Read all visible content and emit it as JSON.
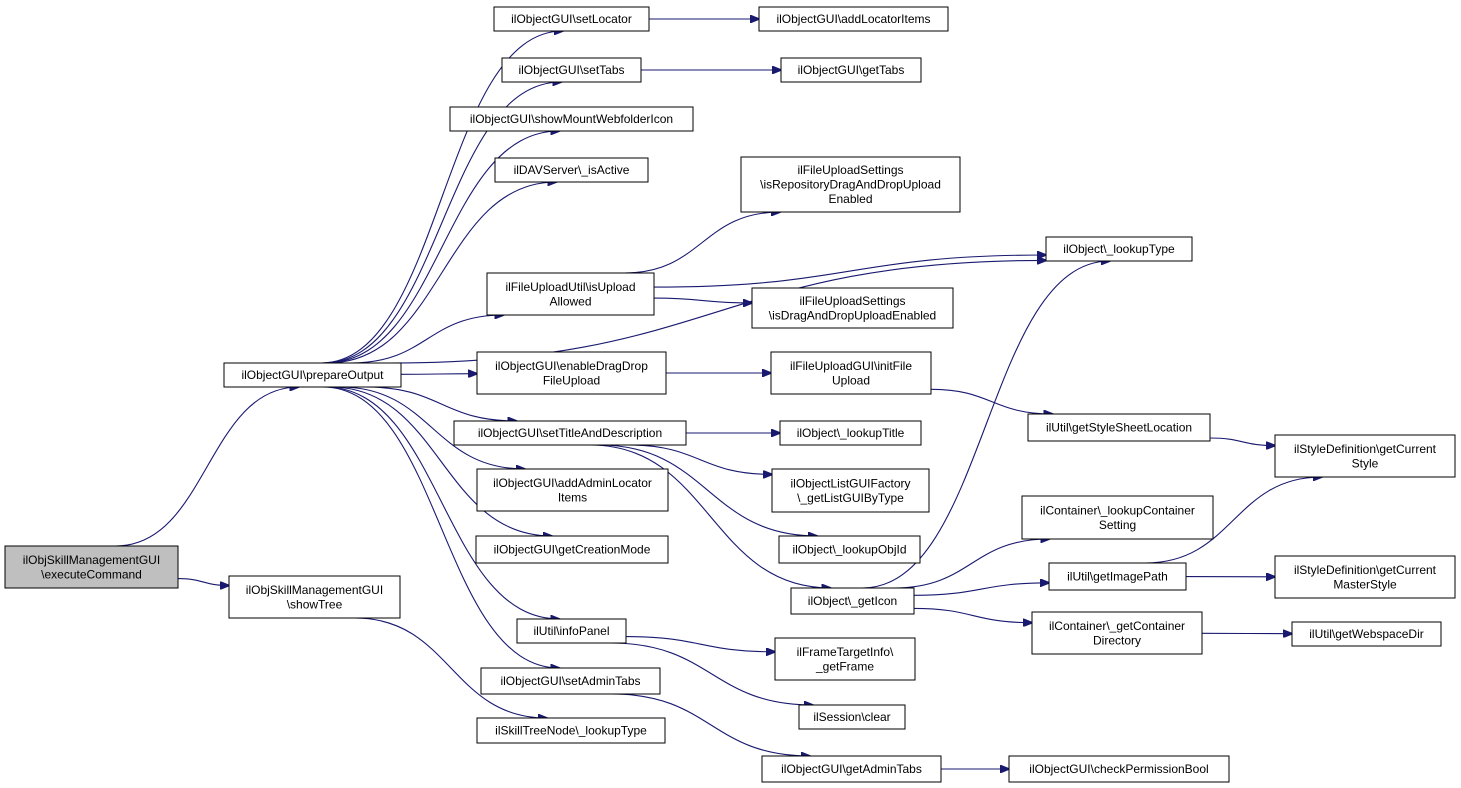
{
  "colors": {
    "edge": "#191970",
    "node_border": "#000000",
    "node_fill": "#ffffff",
    "root_fill": "#bfbfbf"
  },
  "nodes": [
    {
      "id": "root",
      "lines": [
        "ilObjSkillManagementGUI",
        "\\executeCommand"
      ],
      "root": true
    },
    {
      "id": "prepareOutput",
      "lines": [
        "ilObjectGUI\\prepareOutput"
      ]
    },
    {
      "id": "showTree",
      "lines": [
        "ilObjSkillManagementGUI",
        "\\showTree"
      ]
    },
    {
      "id": "setLocator",
      "lines": [
        "ilObjectGUI\\setLocator"
      ]
    },
    {
      "id": "addLocatorItems",
      "lines": [
        "ilObjectGUI\\addLocatorItems"
      ]
    },
    {
      "id": "setTabs",
      "lines": [
        "ilObjectGUI\\setTabs"
      ]
    },
    {
      "id": "getTabs",
      "lines": [
        "ilObjectGUI\\getTabs"
      ]
    },
    {
      "id": "showMountWebfolderIcon",
      "lines": [
        "ilObjectGUI\\showMountWebfolderIcon"
      ]
    },
    {
      "id": "davIsActive",
      "lines": [
        "ilDAVServer\\_isActive"
      ]
    },
    {
      "id": "isRepoDnD",
      "lines": [
        "ilFileUploadSettings",
        "\\isRepositoryDragAndDropUpload",
        "Enabled"
      ]
    },
    {
      "id": "lookupType",
      "lines": [
        "ilObject\\_lookupType"
      ]
    },
    {
      "id": "isUploadAllowed",
      "lines": [
        "ilFileUploadUtil\\isUpload",
        "Allowed"
      ]
    },
    {
      "id": "isDnDEnabled",
      "lines": [
        "ilFileUploadSettings",
        "\\isDragAndDropUploadEnabled"
      ]
    },
    {
      "id": "enableDnD",
      "lines": [
        "ilObjectGUI\\enableDragDrop",
        "FileUpload"
      ]
    },
    {
      "id": "initFileUpload",
      "lines": [
        "ilFileUploadGUI\\initFile",
        "Upload"
      ]
    },
    {
      "id": "setTitleDesc",
      "lines": [
        "ilObjectGUI\\setTitleAndDescription"
      ]
    },
    {
      "id": "lookupTitle",
      "lines": [
        "ilObject\\_lookupTitle"
      ]
    },
    {
      "id": "getStyleSheet",
      "lines": [
        "ilUtil\\getStyleSheetLocation"
      ]
    },
    {
      "id": "getCurrentStyle",
      "lines": [
        "ilStyleDefinition\\getCurrent",
        "Style"
      ]
    },
    {
      "id": "addAdminLocator",
      "lines": [
        "ilObjectGUI\\addAdminLocator",
        "Items"
      ]
    },
    {
      "id": "getListGUI",
      "lines": [
        "ilObjectListGUIFactory",
        "\\_getListGUIByType"
      ]
    },
    {
      "id": "lookupContainerSetting",
      "lines": [
        "ilContainer\\_lookupContainer",
        "Setting"
      ]
    },
    {
      "id": "getCreationMode",
      "lines": [
        "ilObjectGUI\\getCreationMode"
      ]
    },
    {
      "id": "lookupObjId",
      "lines": [
        "ilObject\\_lookupObjId"
      ]
    },
    {
      "id": "getImagePath",
      "lines": [
        "ilUtil\\getImagePath"
      ]
    },
    {
      "id": "getCurrentMasterStyle",
      "lines": [
        "ilStyleDefinition\\getCurrent",
        "MasterStyle"
      ]
    },
    {
      "id": "getIcon",
      "lines": [
        "ilObject\\_getIcon"
      ]
    },
    {
      "id": "infoPanel",
      "lines": [
        "ilUtil\\infoPanel"
      ]
    },
    {
      "id": "getContainerDir",
      "lines": [
        "ilContainer\\_getContainer",
        "Directory"
      ]
    },
    {
      "id": "getWebspaceDir",
      "lines": [
        "ilUtil\\getWebspaceDir"
      ]
    },
    {
      "id": "getFrame",
      "lines": [
        "ilFrameTargetInfo\\",
        "_getFrame"
      ]
    },
    {
      "id": "setAdminTabs",
      "lines": [
        "ilObjectGUI\\setAdminTabs"
      ]
    },
    {
      "id": "sessionClear",
      "lines": [
        "ilSession\\clear"
      ]
    },
    {
      "id": "skillLookupType",
      "lines": [
        "ilSkillTreeNode\\_lookupType"
      ]
    },
    {
      "id": "getAdminTabs",
      "lines": [
        "ilObjectGUI\\getAdminTabs"
      ]
    },
    {
      "id": "checkPermBool",
      "lines": [
        "ilObjectGUI\\checkPermissionBool"
      ]
    }
  ],
  "edges": [
    [
      "root",
      "prepareOutput"
    ],
    [
      "root",
      "showTree"
    ],
    [
      "prepareOutput",
      "setLocator"
    ],
    [
      "prepareOutput",
      "setTabs"
    ],
    [
      "prepareOutput",
      "showMountWebfolderIcon"
    ],
    [
      "prepareOutput",
      "davIsActive"
    ],
    [
      "prepareOutput",
      "lookupType"
    ],
    [
      "prepareOutput",
      "isUploadAllowed"
    ],
    [
      "prepareOutput",
      "enableDnD"
    ],
    [
      "prepareOutput",
      "setTitleDesc"
    ],
    [
      "prepareOutput",
      "addAdminLocator"
    ],
    [
      "prepareOutput",
      "getCreationMode"
    ],
    [
      "prepareOutput",
      "infoPanel"
    ],
    [
      "prepareOutput",
      "setAdminTabs"
    ],
    [
      "showTree",
      "skillLookupType"
    ],
    [
      "setLocator",
      "addLocatorItems"
    ],
    [
      "setTabs",
      "getTabs"
    ],
    [
      "isUploadAllowed",
      "isRepoDnD"
    ],
    [
      "isUploadAllowed",
      "lookupType"
    ],
    [
      "isUploadAllowed",
      "isDnDEnabled"
    ],
    [
      "enableDnD",
      "initFileUpload"
    ],
    [
      "initFileUpload",
      "getStyleSheet"
    ],
    [
      "getStyleSheet",
      "getCurrentStyle"
    ],
    [
      "setTitleDesc",
      "lookupTitle"
    ],
    [
      "setTitleDesc",
      "getListGUI"
    ],
    [
      "setTitleDesc",
      "lookupObjId"
    ],
    [
      "setTitleDesc",
      "getIcon"
    ],
    [
      "getIcon",
      "lookupContainerSetting"
    ],
    [
      "getIcon",
      "getImagePath"
    ],
    [
      "getIcon",
      "getContainerDir"
    ],
    [
      "getIcon",
      "lookupType"
    ],
    [
      "getImagePath",
      "getCurrentStyle"
    ],
    [
      "getImagePath",
      "getCurrentMasterStyle"
    ],
    [
      "getContainerDir",
      "getWebspaceDir"
    ],
    [
      "infoPanel",
      "getFrame"
    ],
    [
      "infoPanel",
      "sessionClear"
    ],
    [
      "setAdminTabs",
      "getAdminTabs"
    ],
    [
      "getAdminTabs",
      "checkPermBool"
    ]
  ]
}
